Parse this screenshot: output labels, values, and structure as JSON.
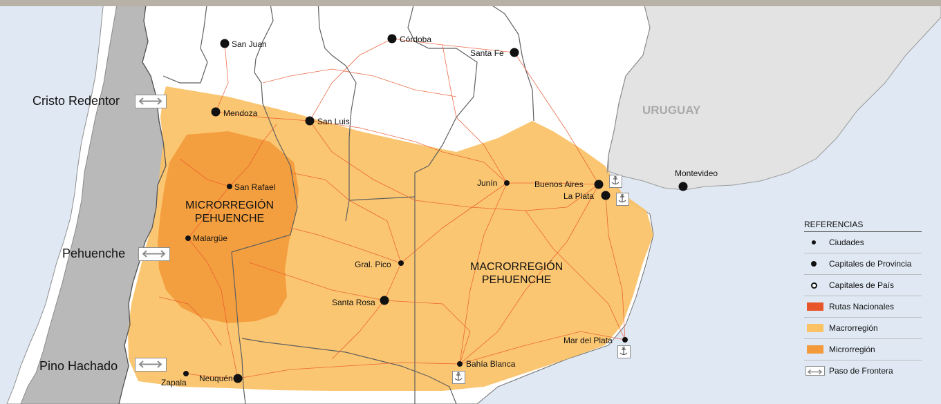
{
  "map": {
    "country_label": "URUGUAY",
    "regions": {
      "micro": [
        "MICRORREGIÓN",
        "PEHUENCHE"
      ],
      "macro": [
        "MACRORREGIÓN",
        "PEHUENCHE"
      ]
    },
    "cities": [
      {
        "name": "San Juan",
        "kind": "capital"
      },
      {
        "name": "Córdoba",
        "kind": "capital"
      },
      {
        "name": "Santa Fe",
        "kind": "capital"
      },
      {
        "name": "Mendoza",
        "kind": "capital"
      },
      {
        "name": "San Luis",
        "kind": "capital"
      },
      {
        "name": "San Rafael",
        "kind": "city"
      },
      {
        "name": "Malargüe",
        "kind": "city"
      },
      {
        "name": "Junín",
        "kind": "city"
      },
      {
        "name": "Buenos Aires",
        "kind": "capital"
      },
      {
        "name": "La Plata",
        "kind": "capital"
      },
      {
        "name": "Montevideo",
        "kind": "capital"
      },
      {
        "name": "Gral. Pico",
        "kind": "city"
      },
      {
        "name": "Santa Rosa",
        "kind": "capital"
      },
      {
        "name": "Bahía Blanca",
        "kind": "city"
      },
      {
        "name": "Mar del Plata",
        "kind": "city"
      },
      {
        "name": "Zapala",
        "kind": "city"
      },
      {
        "name": "Neuquén",
        "kind": "capital"
      }
    ],
    "border_passes": [
      "Cristo Redentor",
      "Pehuenche",
      "Pino Hachado"
    ]
  },
  "legend": {
    "title": "REFERENCIAS",
    "items": [
      {
        "label": "Ciudades",
        "symbol": "dot-small"
      },
      {
        "label": "Capitales de Provincia",
        "symbol": "dot-medium"
      },
      {
        "label": "Capitales de País",
        "symbol": "dot-open"
      },
      {
        "label": "Rutas Nacionales",
        "symbol": "swatch",
        "color": "#e8552b"
      },
      {
        "label": "Macrorregión",
        "symbol": "swatch",
        "color": "#fbc165"
      },
      {
        "label": "Microrregión",
        "symbol": "swatch",
        "color": "#f39a3a"
      },
      {
        "label": "Paso de Frontera",
        "symbol": "pass-arrow"
      }
    ]
  },
  "colors": {
    "ocean": "#dfe8f3",
    "argentina": "#ffffff",
    "chile": "#b9b9b9",
    "uruguay": "#e3e3e3",
    "macro": "#fbc165",
    "micro": "#f39a3a",
    "roads": "#e8552b",
    "borders": "#6e6e6e"
  }
}
